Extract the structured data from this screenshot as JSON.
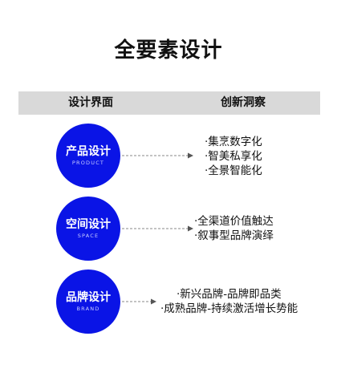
{
  "title": "全要素设计",
  "header": {
    "left": "设计界面",
    "right": "创新洞察"
  },
  "colors": {
    "circle": "#0a14e6",
    "header_bar": "#d9d9d9",
    "arrow": "#888888"
  },
  "rows": [
    {
      "title": "产品设计",
      "subtitle": "PRODUCT",
      "items": [
        "·集烹数字化",
        "·智美私享化",
        "·全景智能化"
      ]
    },
    {
      "title": "空间设计",
      "subtitle": "SPACE",
      "items": [
        "·全渠道价值触达",
        "·叙事型品牌演绎"
      ]
    },
    {
      "title": "品牌设计",
      "subtitle": "BRAND",
      "items": [
        "·新兴品牌-品牌即品类",
        "·成熟品牌-持续激活增长势能"
      ]
    }
  ]
}
